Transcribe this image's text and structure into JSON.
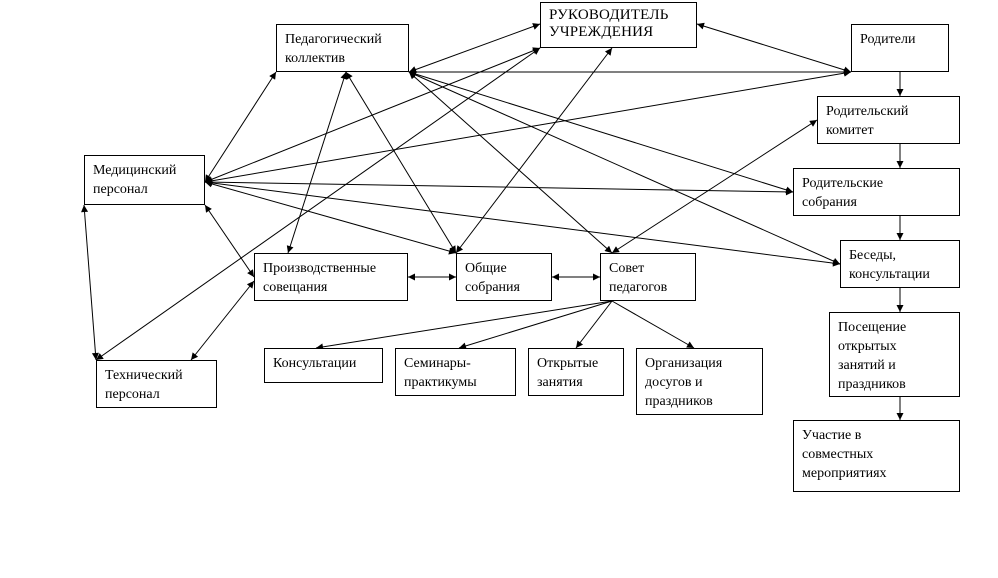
{
  "nodes": {
    "head": "РУКОВОДИТЕЛЬ\nУЧРЕЖДЕНИЯ",
    "ped_team": "Педагогический\nколлектив",
    "parents": "Родители",
    "parent_committee": "Родительский\nкомитет",
    "medical": "Медицинский\nперсонал",
    "parent_meetings": "Родительские\nсобрания",
    "talks": "Беседы,\nконсультации",
    "prod_meetings": "Производственные\nсовещания",
    "general_meetings": "Общие\nсобрания",
    "ped_council": "Совет\nпедагогов",
    "consultations": "Консультации",
    "seminars": "Семинары-\nпрактикумы",
    "open_lessons": "Открытые\nзанятия",
    "leisure": "Организация\nдосугов и\nпраздников",
    "technical": "Технический\nперсонал",
    "visiting": "Посещение\nоткрытых\nзанятий и\nпраздников",
    "joint_events": "Участие в\nсовместных\nмероприятиях"
  },
  "colors": {
    "line": "#000000",
    "box_border": "#000000",
    "background": "#ffffff"
  }
}
